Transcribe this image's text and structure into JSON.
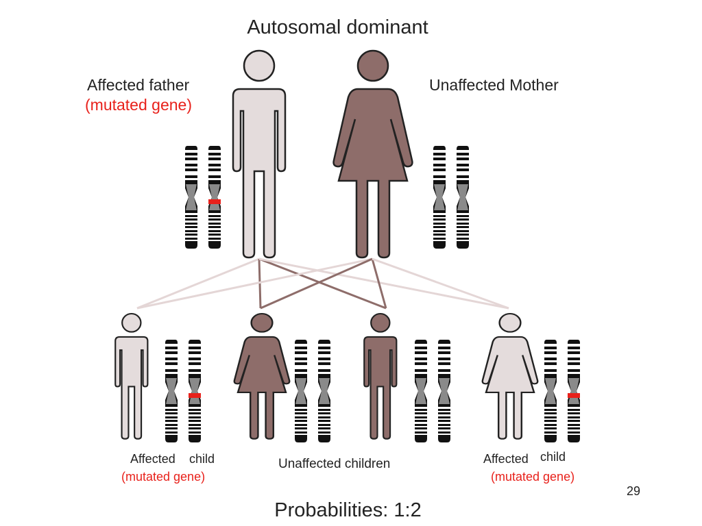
{
  "title": "Autosomal dominant",
  "parents": {
    "father_label": "Affected father",
    "father_gene": "(mutated gene)",
    "mother_label": "Unaffected Mother"
  },
  "children": {
    "left_affected": "Affected",
    "left_child": "child",
    "left_gene": "(mutated gene)",
    "unaffected": "Unaffected children",
    "right_affected": "Affected",
    "right_child": "child",
    "right_gene": "(mutated gene)"
  },
  "colors": {
    "affected": "#e4dcdc",
    "unaffected": "#8e6d6a",
    "mutation": "#e8211b",
    "outline": "#222222"
  },
  "page_number": "29",
  "probabilities": "Probabilities: 1:2"
}
